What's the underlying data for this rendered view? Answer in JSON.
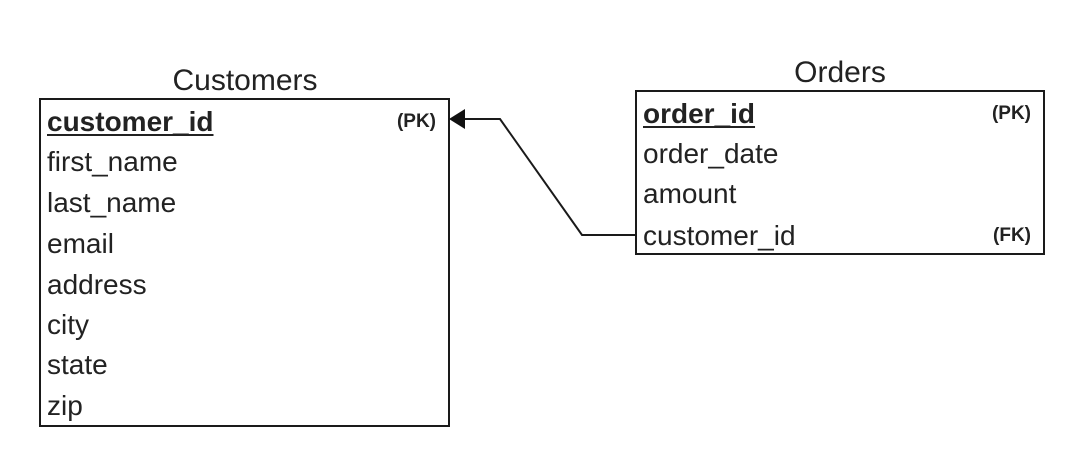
{
  "tables": {
    "customers": {
      "title": "Customers",
      "fields": [
        {
          "name": "customer_id",
          "key": "(PK)"
        },
        {
          "name": "first_name",
          "key": ""
        },
        {
          "name": "last_name",
          "key": ""
        },
        {
          "name": "email",
          "key": ""
        },
        {
          "name": "address",
          "key": ""
        },
        {
          "name": "city",
          "key": ""
        },
        {
          "name": "state",
          "key": ""
        },
        {
          "name": "zip",
          "key": ""
        }
      ]
    },
    "orders": {
      "title": "Orders",
      "fields": [
        {
          "name": "order_id",
          "key": "(PK)"
        },
        {
          "name": "order_date",
          "key": ""
        },
        {
          "name": "amount",
          "key": ""
        },
        {
          "name": "customer_id",
          "key": "(FK)"
        }
      ]
    }
  },
  "relationship": {
    "from": "orders.customer_id",
    "to": "customers.customer_id"
  }
}
